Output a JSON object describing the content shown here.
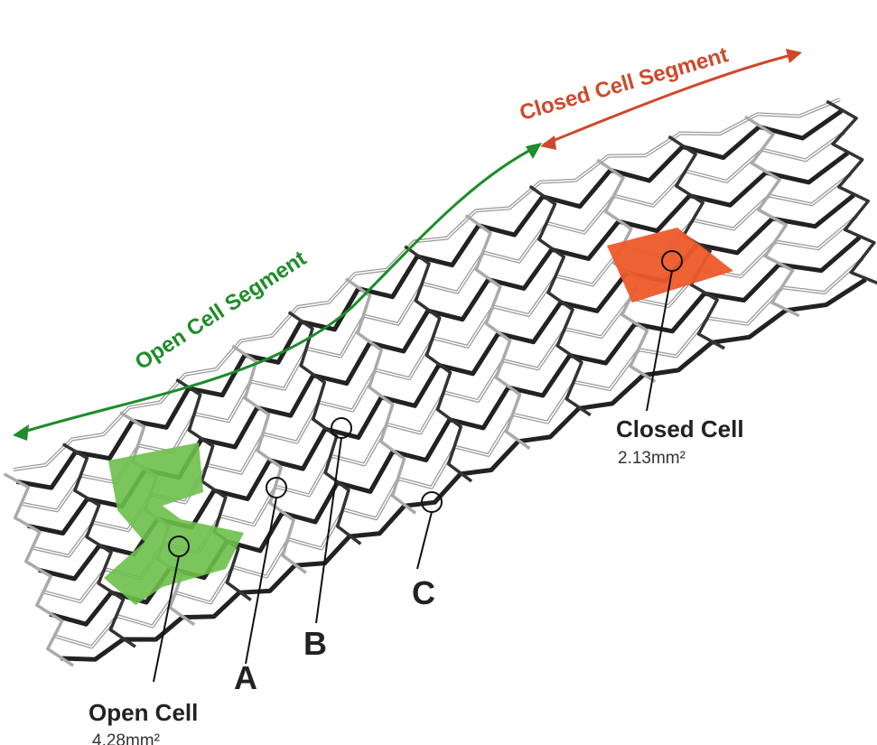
{
  "title_segments": {
    "open": "Open Cell Segment",
    "closed": "Closed Cell Segment"
  },
  "labels": {
    "open_cell": "Open Cell",
    "open_cell_area": "4.28mm²",
    "closed_cell": "Closed Cell",
    "closed_cell_area": "2.13mm²",
    "a": "A",
    "b": "B",
    "c": "C"
  },
  "colors": {
    "open": "#1e8c2a",
    "closed": "#d0482a",
    "open_cell_fill": "#6cc04a",
    "closed_cell_fill": "#ee5a2a"
  }
}
